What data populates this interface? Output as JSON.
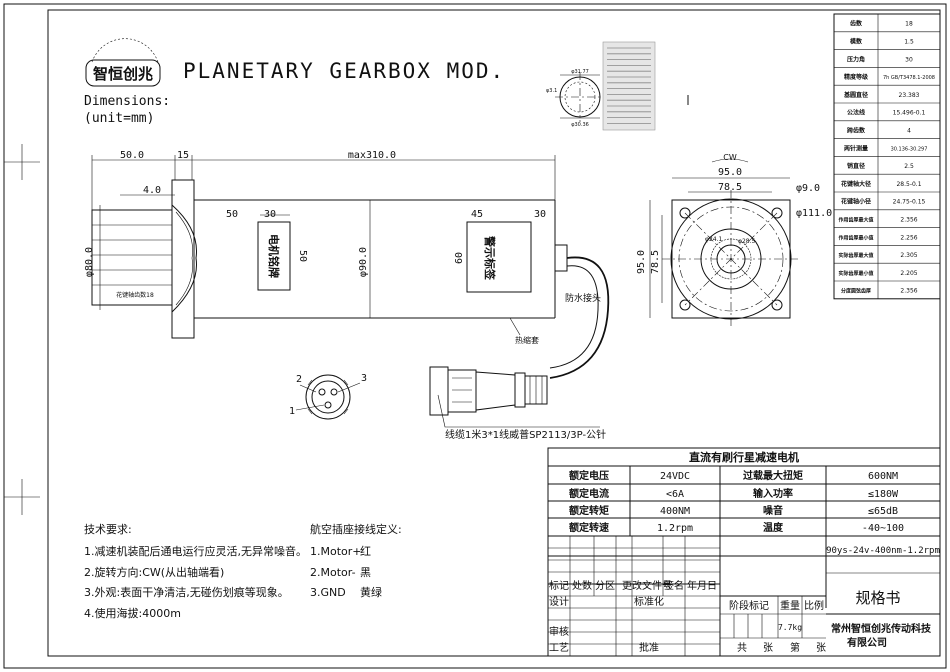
{
  "logo": {
    "text": "智恒创兆"
  },
  "title": "PLANETARY GEARBOX MOD.",
  "dimensions_label": [
    "Dimensions:",
    "(unit=mm)"
  ],
  "side_view": {
    "dim_50": "50.0",
    "dim_15": "15",
    "dim_max": "max310.0",
    "dim_4": "4.0",
    "dim_phi80": "φ80.0",
    "flange_note": "花键轴齿数18",
    "dim_label50": "50",
    "dim_label30": "30",
    "label_nameplate": "电机铭牌",
    "dim_label_v50": "50",
    "dim_phi90": "φ90.0",
    "dim_45": "45",
    "dim_30b": "30",
    "dim_60": "60",
    "label_warning": "警示标签",
    "label_waterproof": "防水接头",
    "label_shrink": "热缩套"
  },
  "connector": {
    "pin1": "1",
    "pin2": "2",
    "pin3": "3",
    "cable_label": "线缆1米3*1线威普SP2113/3P-公针"
  },
  "front_view": {
    "cw": "CW",
    "dim_95": "95.0",
    "dim_785": "78.5",
    "dim_phi9": "φ9.0",
    "dim_phi111": "φ111.0",
    "dim_v95": "95.0",
    "dim_v785": "78.5",
    "inner_a": "φ24.1",
    "inner_b": "φ28.5"
  },
  "spline_detail": {
    "d1": "φ31.77",
    "d2": "φ30.36",
    "d3": "φ3.1"
  },
  "gear_table": [
    {
      "k": "齿数",
      "v": "18"
    },
    {
      "k": "模数",
      "v": "1.5"
    },
    {
      "k": "压力角",
      "v": "30"
    },
    {
      "k": "精度等级",
      "v": "7h GB/T3478.1-2008"
    },
    {
      "k": "基圆直径",
      "v": "23.383"
    },
    {
      "k": "公法线",
      "v": "15.496-0.1"
    },
    {
      "k": "跨齿数",
      "v": "4"
    },
    {
      "k": "两针测量",
      "v": "30.136-30.297"
    },
    {
      "k": "销直径",
      "v": "2.5"
    },
    {
      "k": "花键轴大径",
      "v": "28.5-0.1"
    },
    {
      "k": "花键轴小径",
      "v": "24.75-0.15"
    },
    {
      "k": "作用齿厚最大值",
      "v": "2.356"
    },
    {
      "k": "作用齿厚最小值",
      "v": "2.256"
    },
    {
      "k": "实际齿厚最大值",
      "v": "2.305"
    },
    {
      "k": "实际齿厚最小值",
      "v": "2.205"
    },
    {
      "k": "分度圆弦齿厚",
      "v": "2.356"
    }
  ],
  "tech_req": {
    "heading": "技术要求:",
    "items": [
      "1.减速机装配后通电运行应灵活,无异常噪音。",
      "2.旋转方向:CW(从出轴端看)",
      "3.外观:表面干净清洁,无碰伤划痕等现象。",
      "4.使用海拔:4000m"
    ]
  },
  "wiring": {
    "heading": "航空插座接线定义:",
    "items": [
      {
        "pin": "1.Motor+",
        "color": "红"
      },
      {
        "pin": "2.Motor-",
        "color": "黑"
      },
      {
        "pin": "3.GND",
        "color": "黄绿"
      }
    ]
  },
  "spec_table": {
    "title": "直流有刷行星减速电机",
    "rows": [
      {
        "k1": "额定电压",
        "v1": "24VDC",
        "k2": "过载最大扭矩",
        "v2": "600NM"
      },
      {
        "k1": "额定电流",
        "v1": "<6A",
        "k2": "输入功率",
        "v2": "≤180W"
      },
      {
        "k1": "额定转矩",
        "v1": "400NM",
        "k2": "噪音",
        "v2": "≤65dB"
      },
      {
        "k1": "额定转速",
        "v1": "1.2rpm",
        "k2": "温度",
        "v2": "-40~100"
      }
    ]
  },
  "title_block": {
    "model": "90ys-24v-400nm-1.2rpm",
    "header_row": [
      "标记",
      "处数",
      "分区",
      "更改文件号",
      "签名",
      "年月日"
    ],
    "design": "设计",
    "standardize": "标准化",
    "stage_mark": "阶段标记",
    "weight": "重量",
    "ratio": "比例",
    "weight_value": "7.7kg",
    "review": "审核",
    "process": "工艺",
    "approve": "批准",
    "sheets_total": "共",
    "sheets_unit1": "张",
    "sheets_no": "第",
    "sheets_unit2": "张",
    "doc_name": "规格书",
    "company_1": "常州智恒创兆传动科技",
    "company_2": "有限公司"
  }
}
